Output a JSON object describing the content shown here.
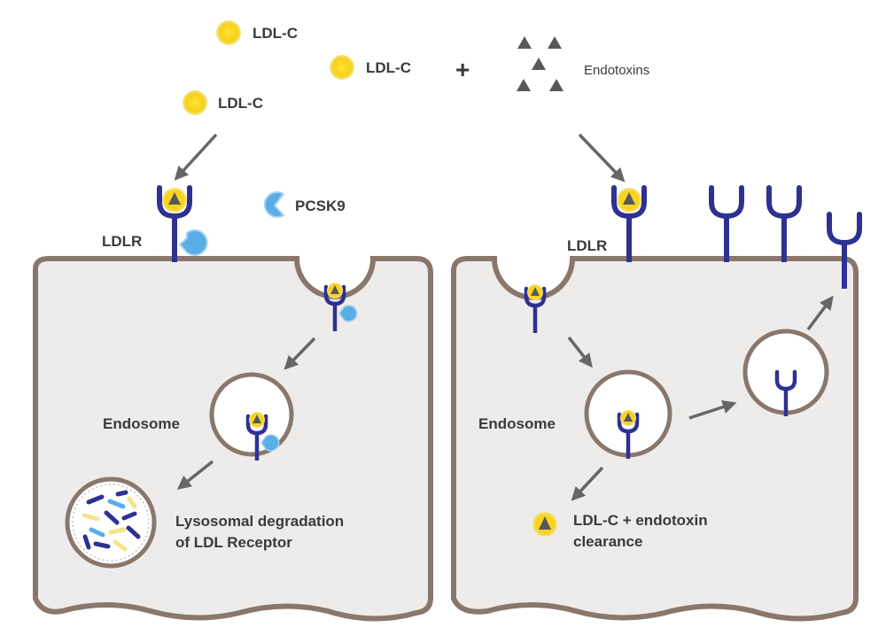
{
  "top": {
    "ldl_labels": [
      "LDL-C",
      "LDL-C",
      "LDL-C"
    ],
    "plus": "+",
    "endotoxins_label": "Endotoxins"
  },
  "left_cell": {
    "pcsk9_label": "PCSK9",
    "ldlr_label": "LDLR",
    "endosome_label": "Endosome",
    "lysosome_text": [
      "Lysosomal degradation",
      "of LDL Receptor"
    ]
  },
  "right_cell": {
    "ldlr_label": "LDLR",
    "endosome_label": "Endosome",
    "clearance_text": [
      "LDL-C + endotoxin",
      "clearance"
    ]
  },
  "colors": {
    "receptor": "#2e3192",
    "ldl": "#f7d117",
    "ldl_glow": "#fbf0a0",
    "pcsk9": "#5aaee6",
    "endotoxin": "#585858",
    "membrane": "#8a776b",
    "cytoplasm": "#eeecea",
    "arrow": "#666666"
  }
}
